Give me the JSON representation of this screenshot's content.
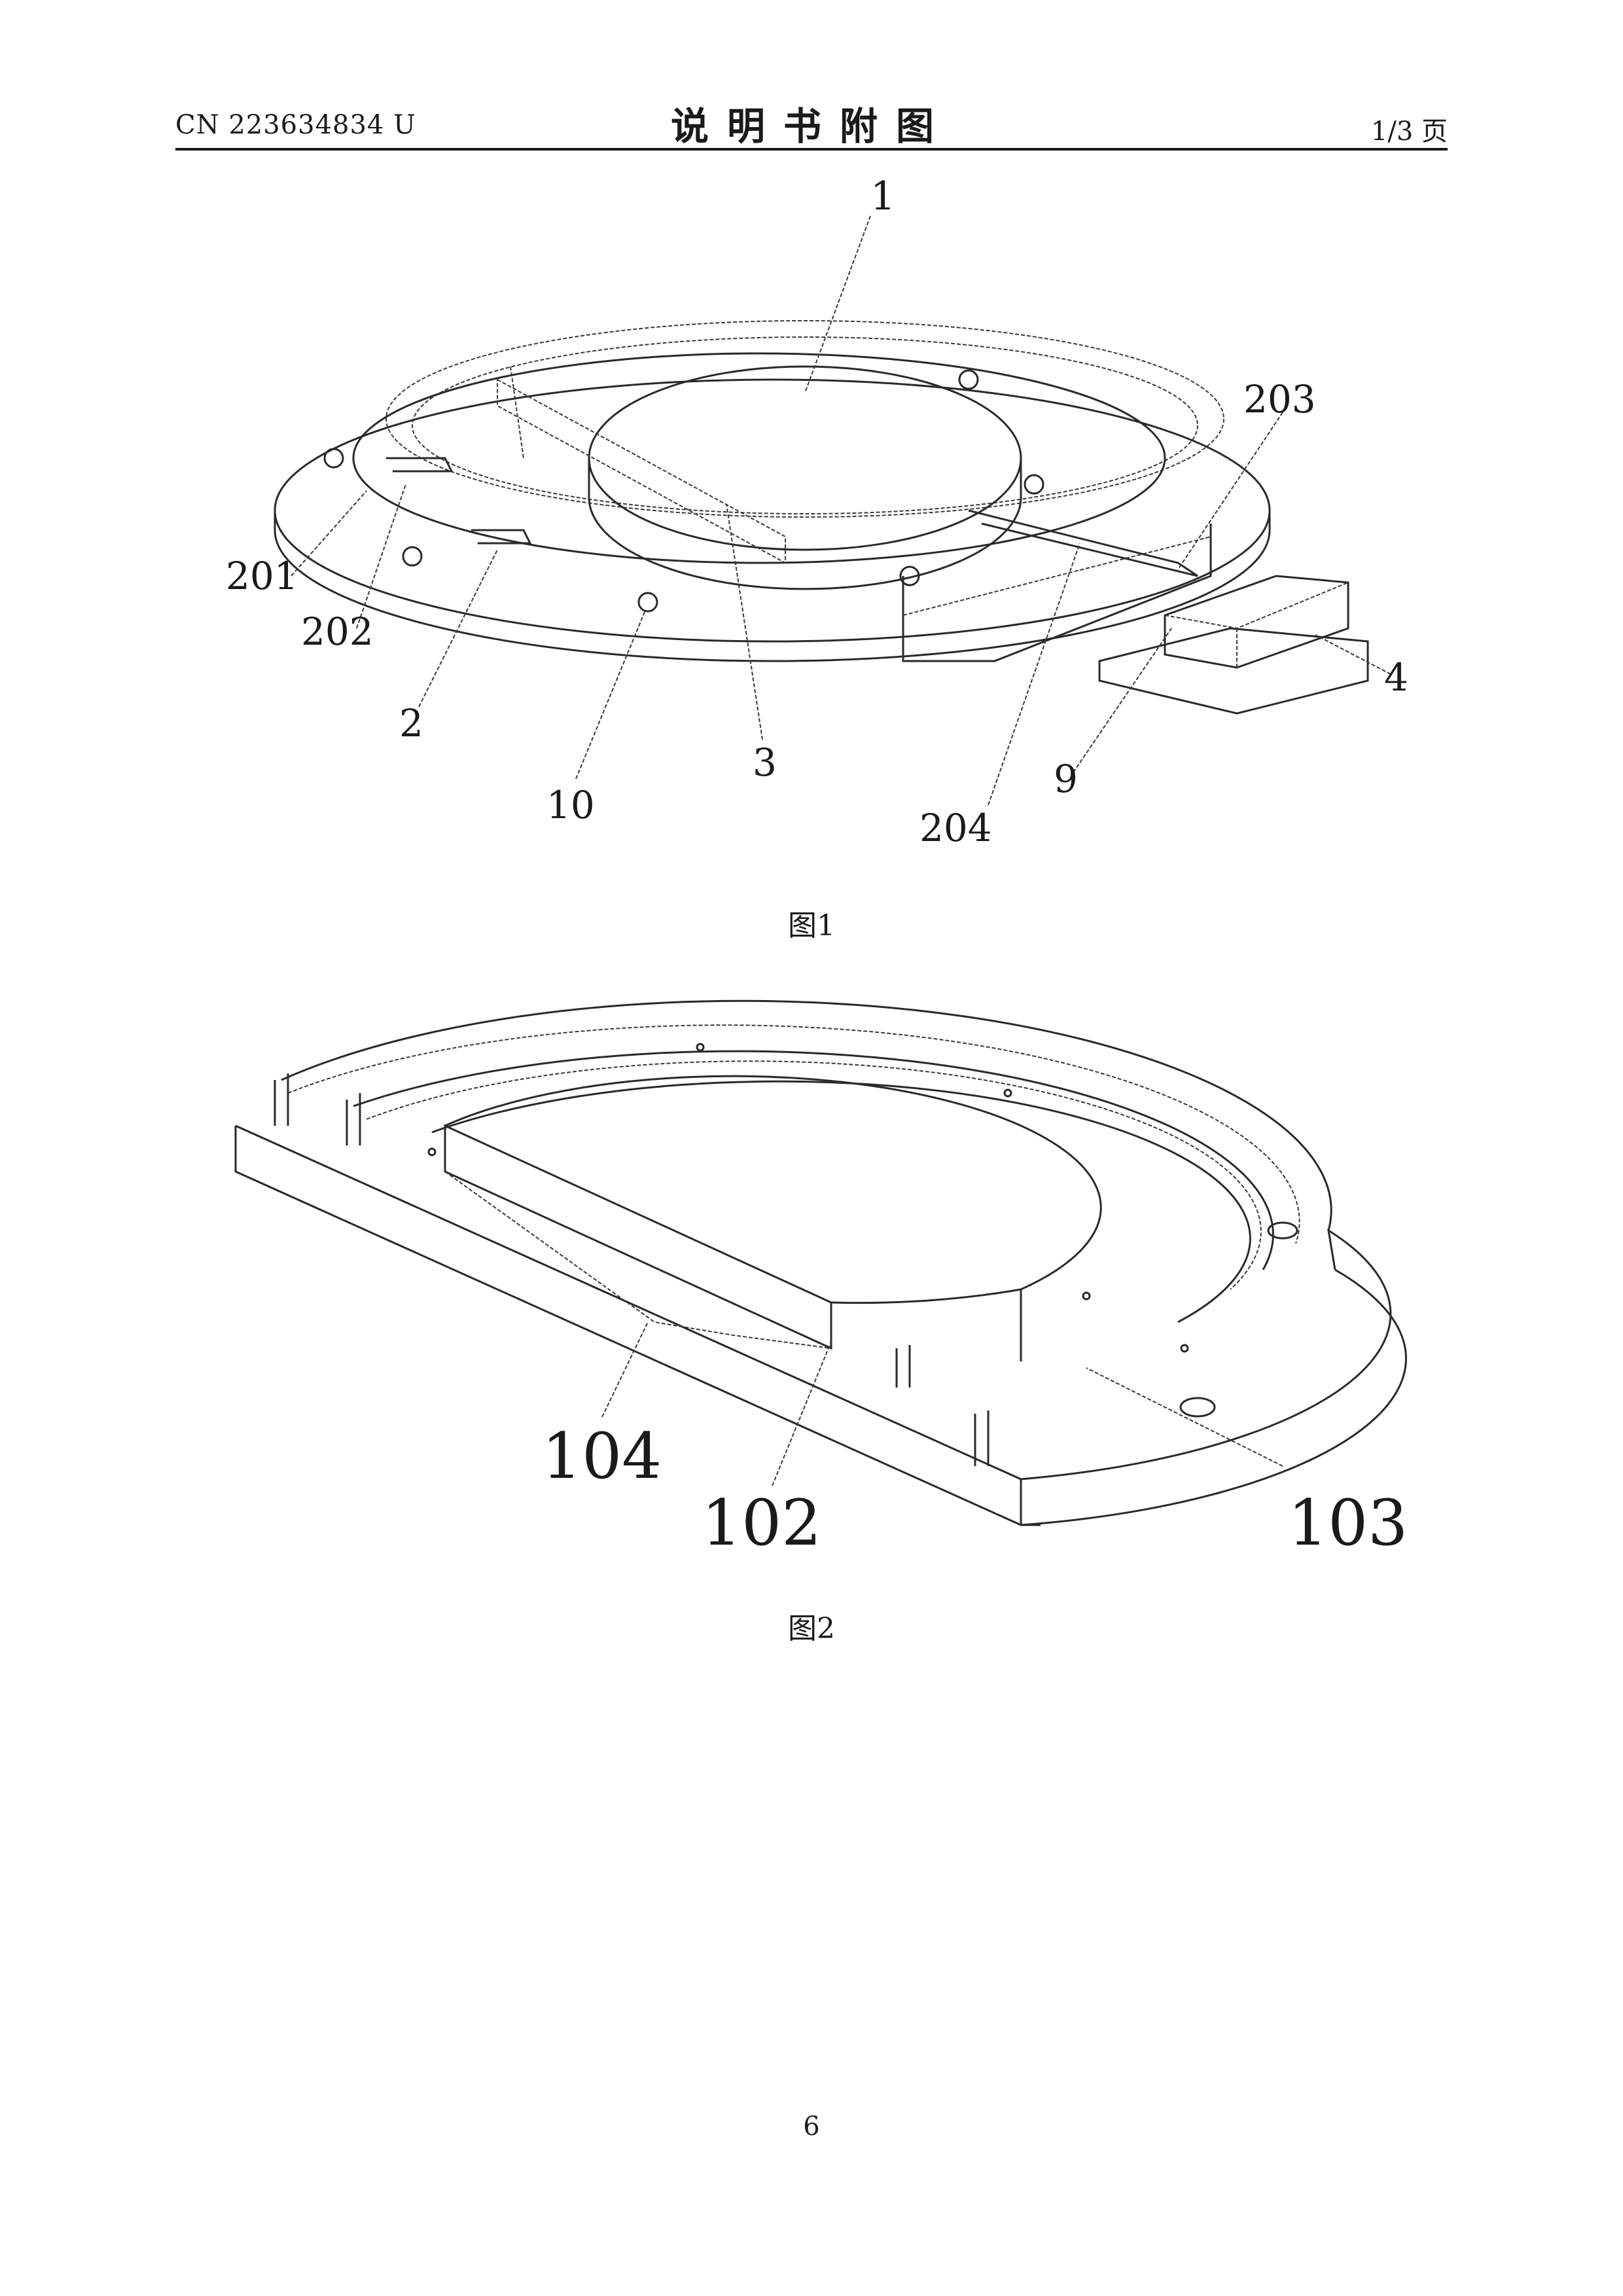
{
  "header": {
    "doc_number": "CN 223634834 U",
    "title": "说明书附图",
    "page_count": "1/3 页"
  },
  "figure1": {
    "caption": "图1",
    "labels": [
      "1",
      "203",
      "201",
      "202",
      "2",
      "10",
      "3",
      "204",
      "9",
      "4"
    ]
  },
  "figure2": {
    "caption": "图2",
    "labels": [
      "104",
      "102",
      "103"
    ]
  },
  "footer": {
    "page_number": "6"
  }
}
